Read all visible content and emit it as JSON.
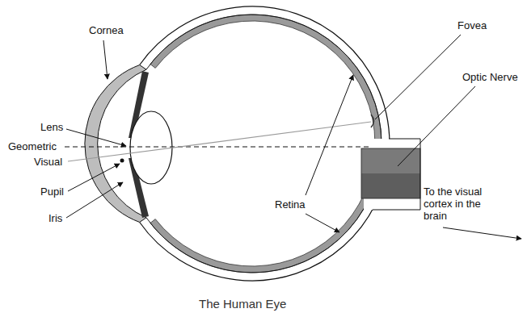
{
  "diagram": {
    "caption": "The Human Eye",
    "labels": [
      "Cornea",
      "Lens",
      "Geometric",
      "Visual",
      "Pupil",
      "Iris",
      "Retina",
      "Fovea",
      "Optic Nerve",
      "To the visual cortex in the brain"
    ]
  }
}
